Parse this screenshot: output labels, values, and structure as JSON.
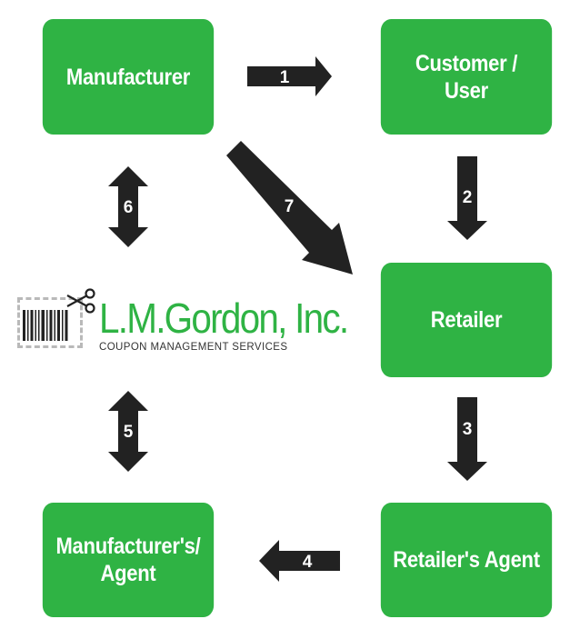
{
  "nodes": {
    "manufacturer": "Manufacturer",
    "customer": "Customer /\nUser",
    "retailer": "Retailer",
    "manufacturers_agent": "Manufacturer's/\nAgent",
    "retailers_agent": "Retailer's Agent"
  },
  "edges": [
    {
      "label": "1",
      "from": "Manufacturer",
      "to": "Customer / User"
    },
    {
      "label": "2",
      "from": "Customer / User",
      "to": "Retailer"
    },
    {
      "label": "3",
      "from": "Retailer",
      "to": "Retailer's Agent"
    },
    {
      "label": "4",
      "from": "Retailer's Agent",
      "to": "Manufacturer's/ Agent"
    },
    {
      "label": "5",
      "from": "L.M.Gordon, Inc.",
      "to": "Manufacturer's/ Agent",
      "bidirectional": true
    },
    {
      "label": "6",
      "from": "Manufacturer",
      "to": "L.M.Gordon, Inc.",
      "bidirectional": true
    },
    {
      "label": "7",
      "from": "Manufacturer",
      "to": "Retailer"
    }
  ],
  "logo": {
    "name": "L.M.Gordon, Inc.",
    "tagline": "COUPON MANAGEMENT SERVICES"
  },
  "colors": {
    "box": "#2fb344",
    "arrow": "#222222",
    "logo_green": "#2fb344"
  }
}
